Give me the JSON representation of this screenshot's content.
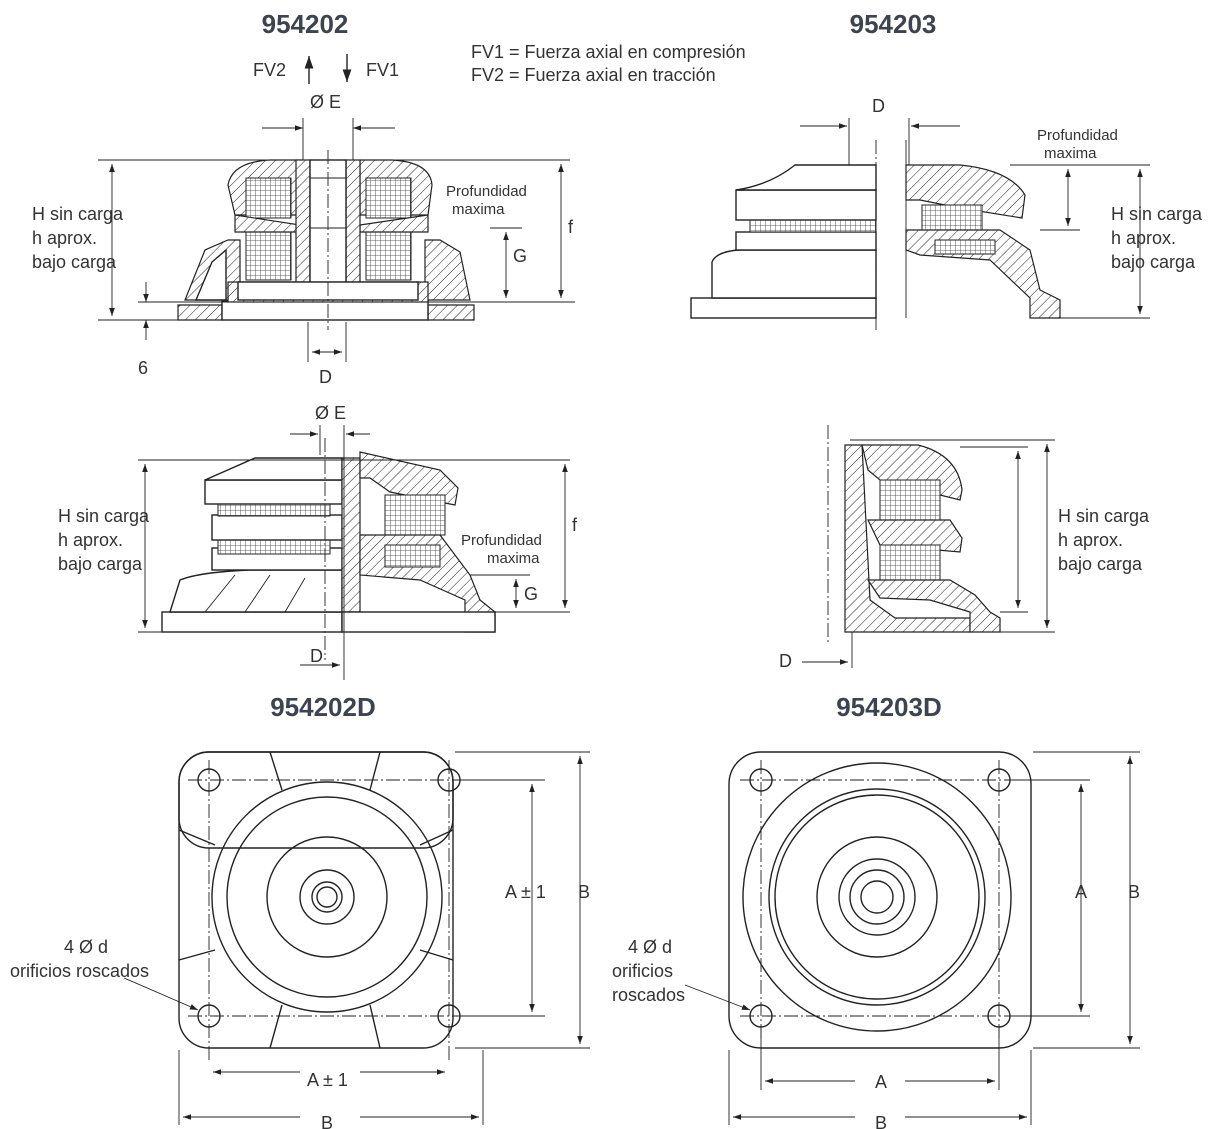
{
  "titles": {
    "t1": "954202",
    "t2": "954203",
    "t3": "954202D",
    "t4": "954203D"
  },
  "legend": {
    "fv1_def": "FV1 = Fuerza axial en compresión",
    "fv2_def": "FV2 = Fuerza axial en tracción",
    "fv1": "FV1",
    "fv2": "FV2"
  },
  "labels": {
    "oe": "Ø E",
    "d": "D",
    "f": "f",
    "g": "G",
    "six": "6",
    "depth1": "Profundidad",
    "depth2": "maxima",
    "h1": "H sin carga",
    "h2": "h aprox.",
    "h3": "bajo carga",
    "holes1": "4 Ø d",
    "holes2": "orificios roscados",
    "holes2a": "orificios",
    "holes2b": "roscados",
    "a_tol": "A ± 1",
    "a": "A",
    "b": "B"
  }
}
